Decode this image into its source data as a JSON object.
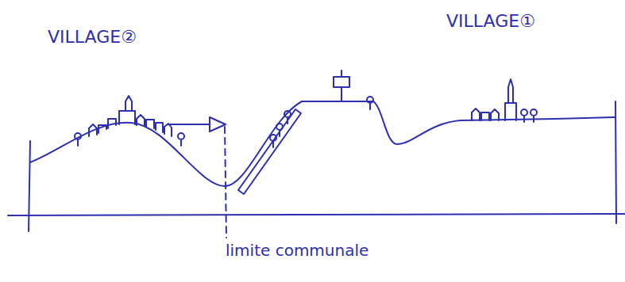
{
  "diagram": {
    "labels": [
      "VILLAGE②",
      "VILLAGE①",
      "limite communale"
    ]
  }
}
